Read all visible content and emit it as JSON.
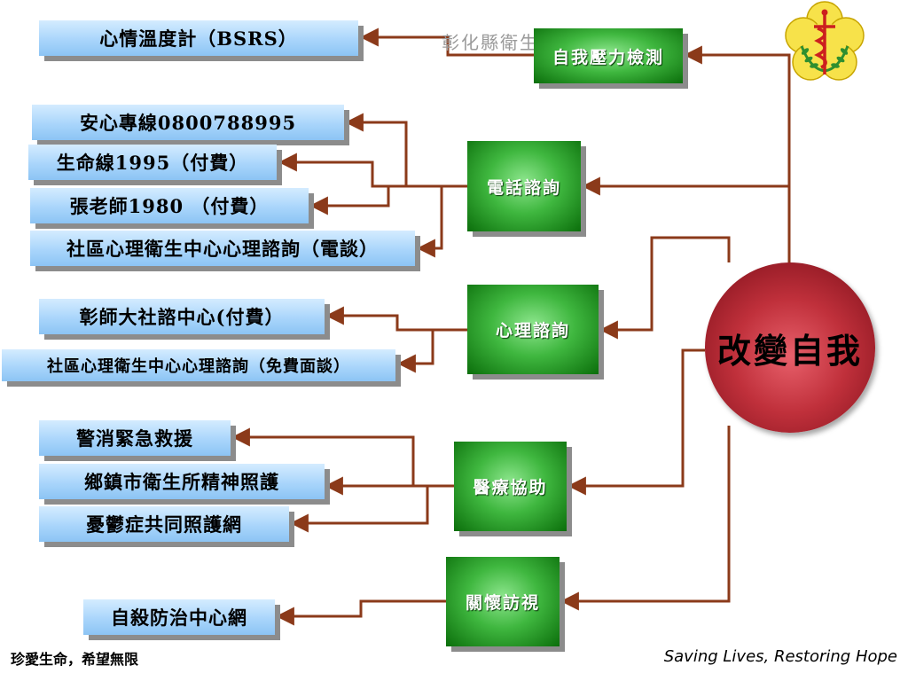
{
  "header": {
    "organization_text": "彰化縣衛生局 衛生中心"
  },
  "center_node": {
    "label": "改變自我"
  },
  "categories": {
    "stress_test": {
      "label": "自我壓力檢測"
    },
    "phone_consult": {
      "label": "電話諮詢"
    },
    "psych_consult": {
      "label": "心理諮詢"
    },
    "medical_assist": {
      "label": "醫療協助"
    },
    "care_visit": {
      "label": "關懷訪視"
    }
  },
  "resources": {
    "bsrs": "心情溫度計（BSRS）",
    "anxin_hotline": "安心專線0800788995",
    "lifeline": "生命線1995（付費）",
    "teacher_zhang": "張老師1980 （付費）",
    "community_phone": "社區心理衛生中心心理諮詢（電談）",
    "ncue_center": "彰師大社諮中心(付費）",
    "community_face": "社區心理衛生中心心理諮詢（免費面談）",
    "police_fire": "警消緊急救援",
    "township_health": "鄉鎮市衛生所精神照護",
    "depression_net": "憂鬱症共同照護網",
    "suicide_center": "自殺防治中心網"
  },
  "footer": {
    "slogan_zh": "珍愛生命，希望無限",
    "slogan_en": "Saving Lives, Restoring Hope"
  },
  "colors": {
    "connector": "#8b3a1a",
    "resource_box": "#a9d5fb",
    "category_box": "#2e9e2e",
    "center_circle": "#b0242f",
    "logo_flower": "#f7e24a",
    "logo_emblem": "#cc1f1f"
  }
}
